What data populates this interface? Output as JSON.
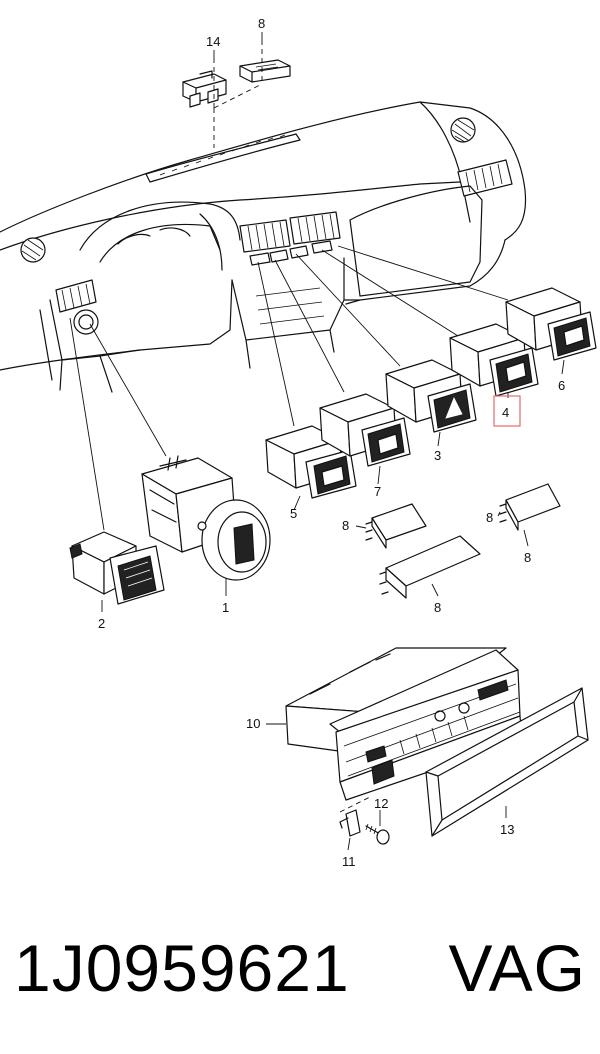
{
  "callouts": [
    "1",
    "2",
    "3",
    "4",
    "5",
    "6",
    "7",
    "8",
    "8",
    "8",
    "8",
    "8",
    "10",
    "11",
    "12",
    "13",
    "14"
  ],
  "caption": {
    "part_number": "1J0959621",
    "brand": "VAG"
  },
  "colors": {
    "line": "#111111",
    "highlight": "#e36b6b",
    "background": "#ffffff"
  }
}
